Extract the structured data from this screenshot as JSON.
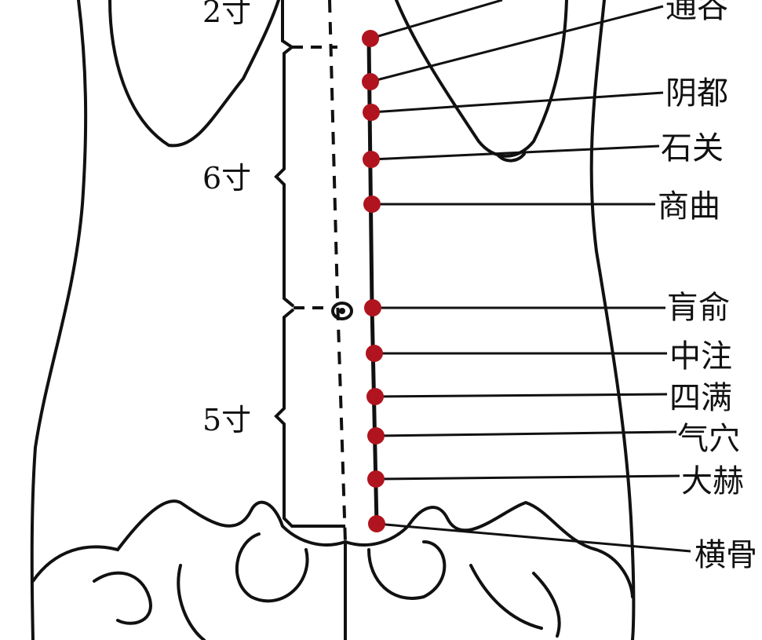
{
  "colors": {
    "point": "#b0141e",
    "line": "#111111",
    "meridian": "#111111"
  },
  "measurements": [
    {
      "label": "2寸"
    },
    {
      "label": "6寸"
    },
    {
      "label": "5寸"
    }
  ],
  "points": [
    {
      "name": ""
    },
    {
      "name": "通谷"
    },
    {
      "name": "阴都"
    },
    {
      "name": "石关"
    },
    {
      "name": "商曲"
    },
    {
      "name": "肓俞"
    },
    {
      "name": "中注"
    },
    {
      "name": "四满"
    },
    {
      "name": "气穴"
    },
    {
      "name": "大赫"
    },
    {
      "name": "横骨"
    }
  ]
}
